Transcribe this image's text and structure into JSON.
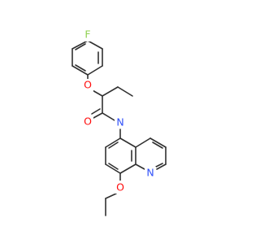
{
  "atoms": [
    {
      "id": "F",
      "label": "F",
      "color": "#90d050"
    },
    {
      "id": "O1",
      "label": "O",
      "color": "#ff0d0d"
    },
    {
      "id": "O2",
      "label": "O",
      "color": "#ff0d0d"
    },
    {
      "id": "N1",
      "label": "N",
      "color": "#3050f8"
    },
    {
      "id": "N2",
      "label": "N",
      "color": "#3050f8"
    },
    {
      "id": "O3",
      "label": "O",
      "color": "#ff0d0d"
    }
  ],
  "colors": {
    "bond": "#303030",
    "background": "#ffffff"
  }
}
